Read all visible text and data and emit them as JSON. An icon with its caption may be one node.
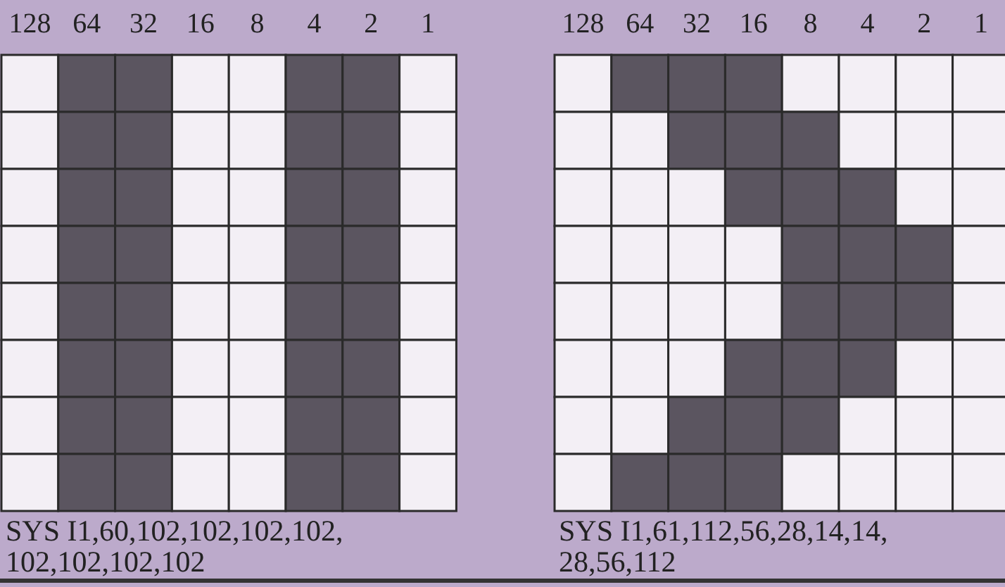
{
  "diagram": {
    "labels": [
      "128",
      "64",
      "32",
      "16",
      "8",
      "4",
      "2",
      "1",
      "128",
      "64",
      "32",
      "16",
      "8",
      "4",
      "2",
      "1",
      "SYS I1,60,102,102,102,102, 102,102,102,102",
      "SYS I1,61,112,56,28,14,14, 28,56,112"
    ]
  }
}
